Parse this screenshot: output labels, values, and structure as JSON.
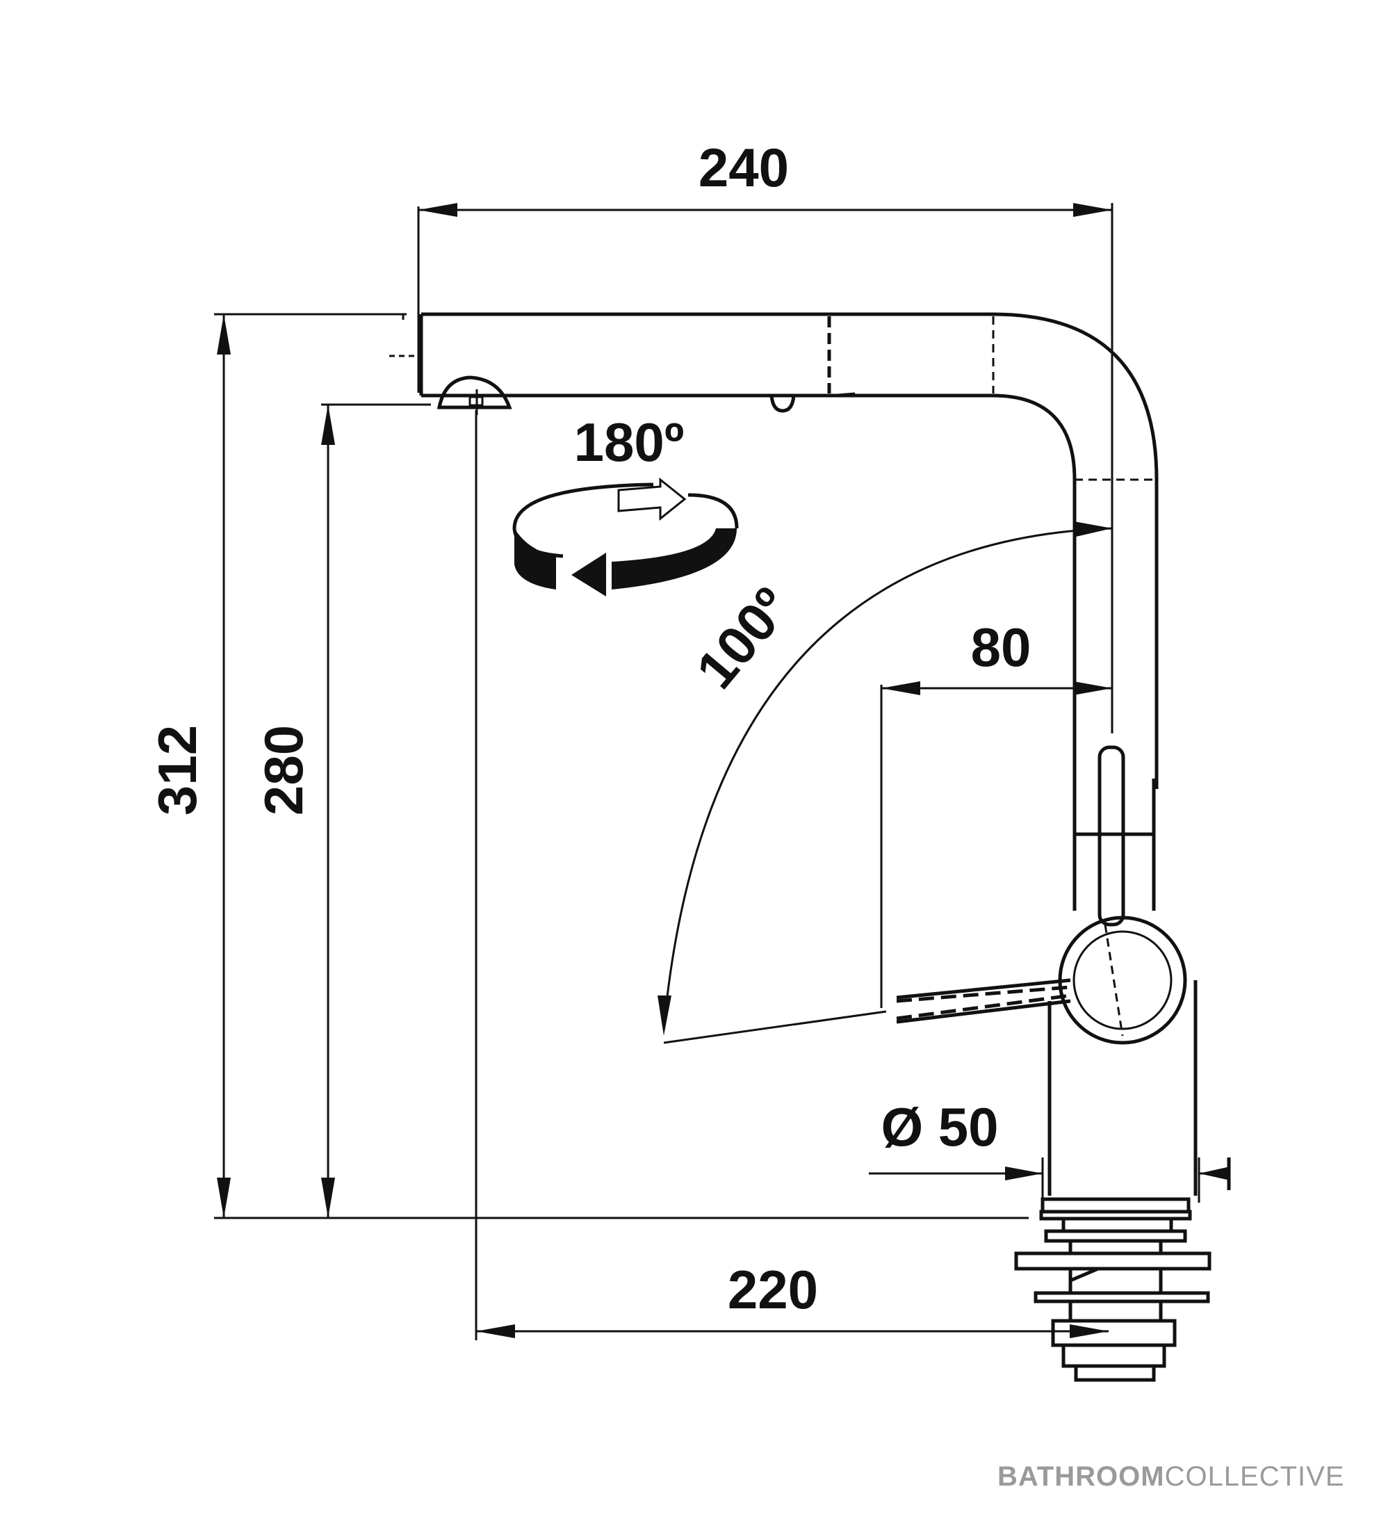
{
  "dimensions": {
    "top_width": "240",
    "total_height": "312",
    "spout_height": "280",
    "bottom_reach": "220",
    "handle_reach": "80",
    "diameter": "Ø 50",
    "swivel_angle": "180º",
    "lever_angle": "100º"
  },
  "brand": {
    "bold": "BATHROOM",
    "light": "COLLECTIVE"
  },
  "colors": {
    "ink": "#111111",
    "brand": "#9a9a9a",
    "background": "#ffffff"
  }
}
